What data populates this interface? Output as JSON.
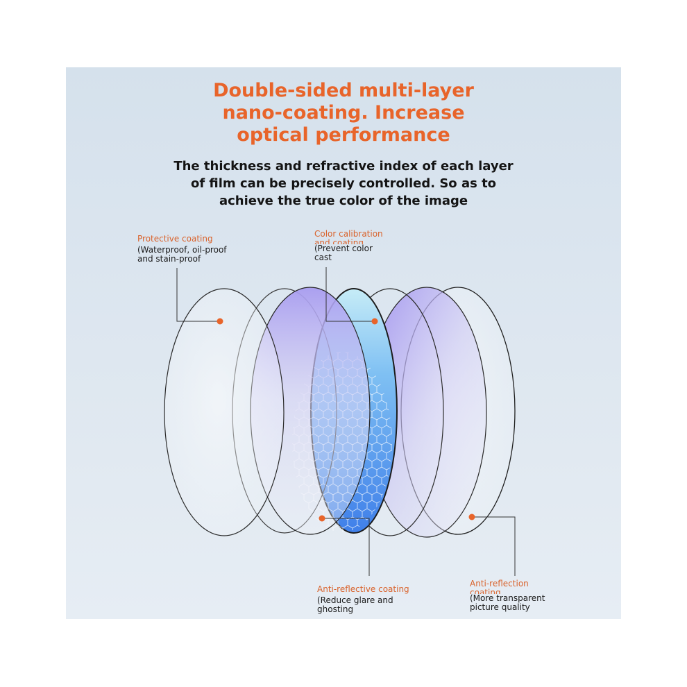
{
  "headline": {
    "line1": "Double-sided multi-layer",
    "line2": "nano-coating. Increase",
    "line3": "optical performance"
  },
  "subheadline": {
    "line1": "The thickness and refractive index of each layer",
    "line2": "of film can be precisely controlled. So as to",
    "line3": "achieve the true color of the image"
  },
  "callouts": {
    "protective": {
      "title": "Protective coating",
      "desc1": "(Waterproof, oil-proof",
      "desc2": "and stain-proof"
    },
    "color_calibration": {
      "title1": "Color calibration",
      "title2": "and coating",
      "desc1": "(Prevent color",
      "desc2": "cast"
    },
    "anti_reflective": {
      "title": "Anti-reflective coating",
      "desc1": "(Reduce glare and",
      "desc2": "ghosting"
    },
    "anti_reflection": {
      "title1": "Anti-reflection",
      "title2": "coating",
      "desc1": "(More transparent",
      "desc2": "picture quality"
    }
  },
  "colors": {
    "accent_orange": "#e8642a",
    "text_dark": "#141414",
    "lens_blue": "#4a92ef",
    "lens_violet": "#a89cf0",
    "background": "#dbe5ef"
  }
}
